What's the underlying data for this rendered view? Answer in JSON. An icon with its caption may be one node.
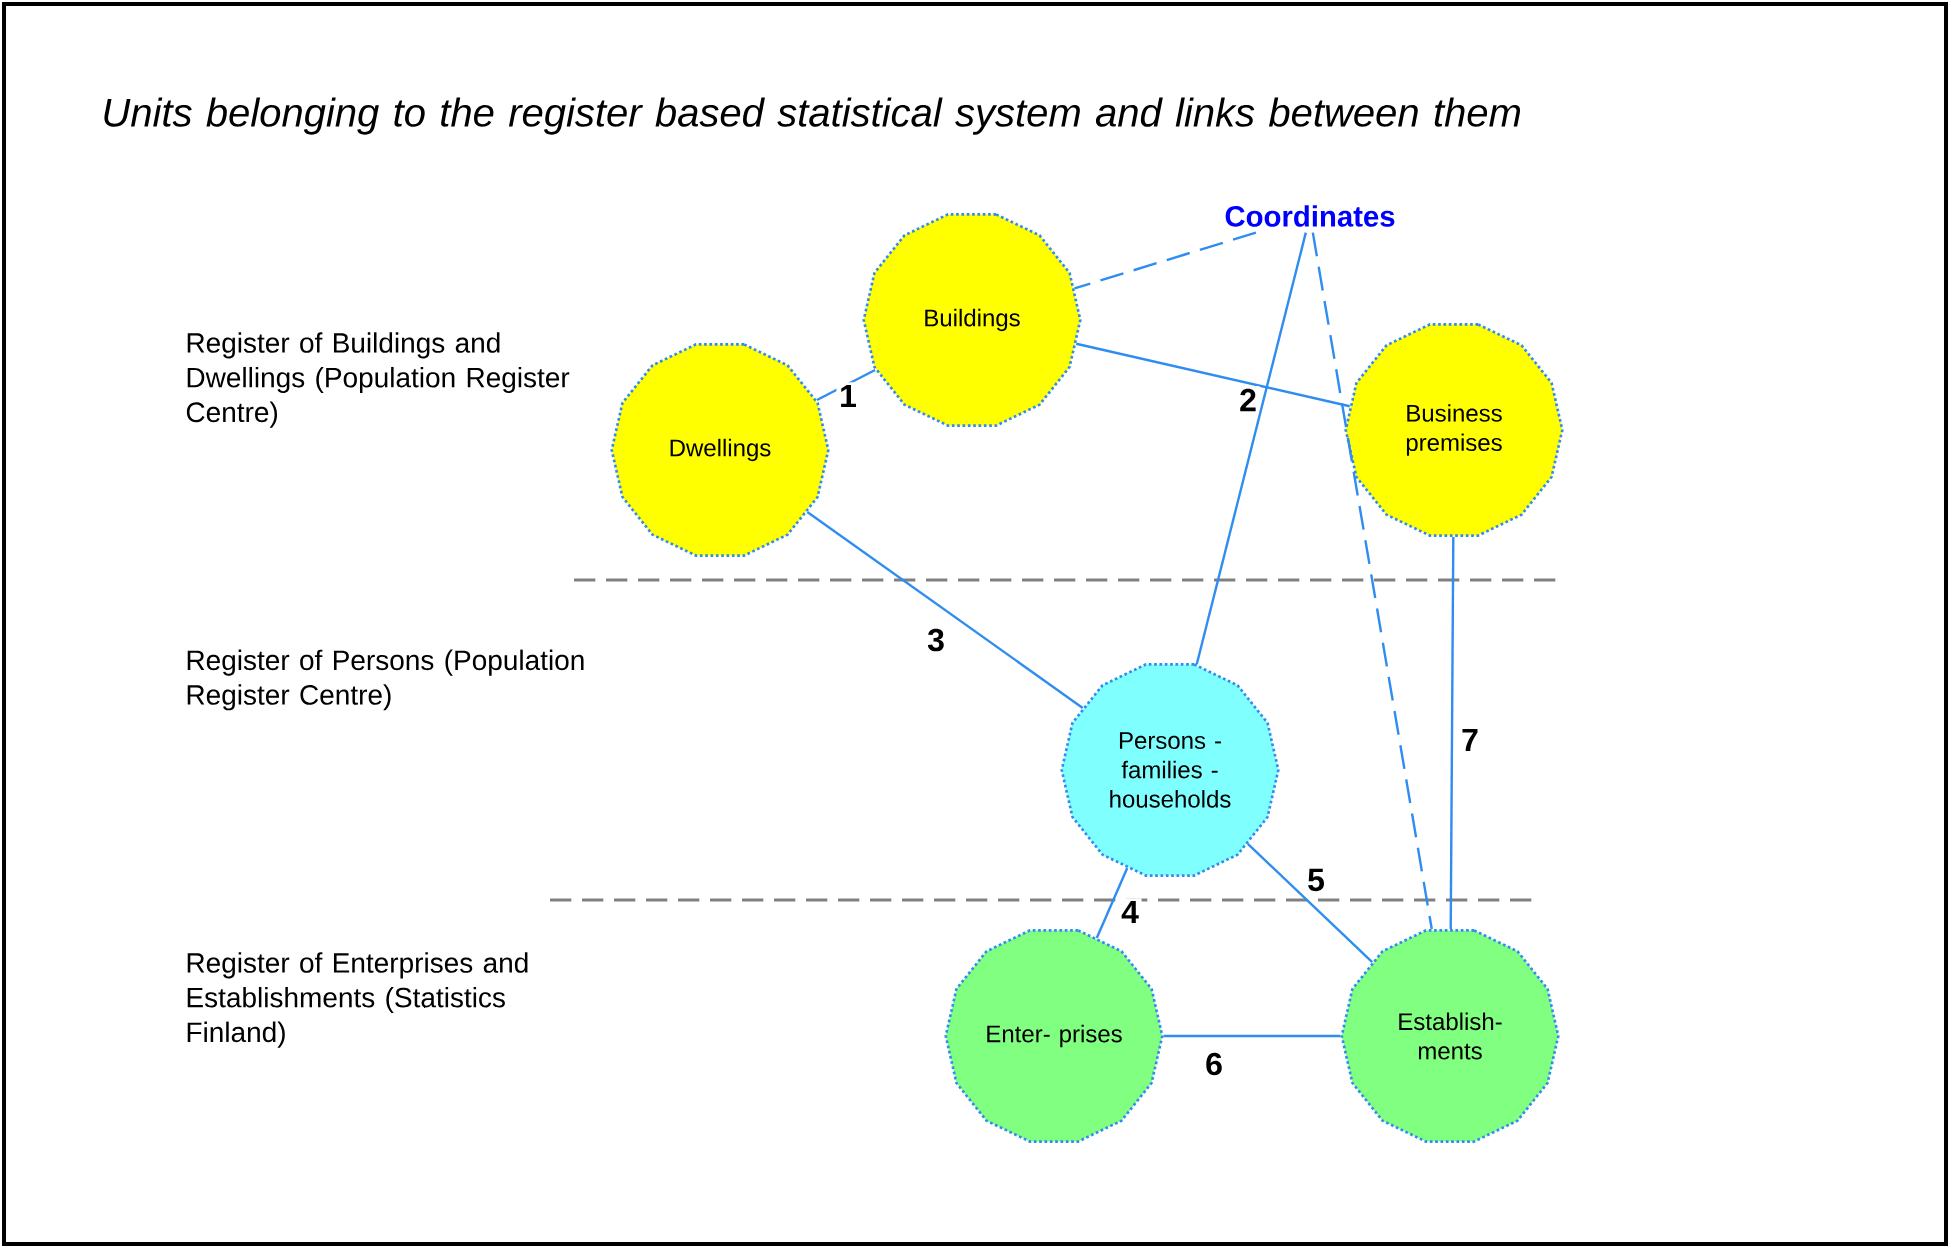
{
  "diagram": {
    "title": "Units belonging to the register based statistical system and links between them",
    "nodes": [
      {
        "text": [
          "Coordinates"
        ]
      },
      {
        "text": [
          "Buildings"
        ]
      },
      {
        "text": [
          "Dwellings"
        ]
      },
      {
        "text": [
          "Business premises"
        ]
      },
      {
        "text": [
          "Persons - families - households"
        ]
      },
      {
        "text": [
          "Enter- prises"
        ]
      },
      {
        "text": [
          "Establish- ments"
        ]
      }
    ],
    "edges": [
      {
        "from": 1,
        "to": 2,
        "arrow": "none",
        "label": "1"
      },
      {
        "from": 1,
        "to": 3,
        "arrow": "none",
        "label": "2"
      },
      {
        "from": 2,
        "to": 4,
        "arrow": "none",
        "label": "3"
      },
      {
        "from": 4,
        "to": 5,
        "arrow": "none",
        "label": "4"
      },
      {
        "from": 4,
        "to": 6,
        "arrow": "none",
        "label": "5"
      },
      {
        "from": 5,
        "to": 6,
        "arrow": "none",
        "label": "6"
      },
      {
        "from": 3,
        "to": 6,
        "arrow": "none",
        "label": "7"
      },
      {
        "from": 0,
        "to": 1,
        "arrow": "none",
        "style": "dashed"
      },
      {
        "from": 0,
        "to": 4,
        "arrow": "none"
      },
      {
        "from": 0,
        "to": 6,
        "arrow": "none",
        "style": "dashed"
      }
    ],
    "labels": [
      "Register of Buildings and Dwellings (Population Register Centre)",
      "Register of Persons (Population Register Centre)",
      "Register of Enterprises and Establishments (Statistics Finland)"
    ]
  }
}
